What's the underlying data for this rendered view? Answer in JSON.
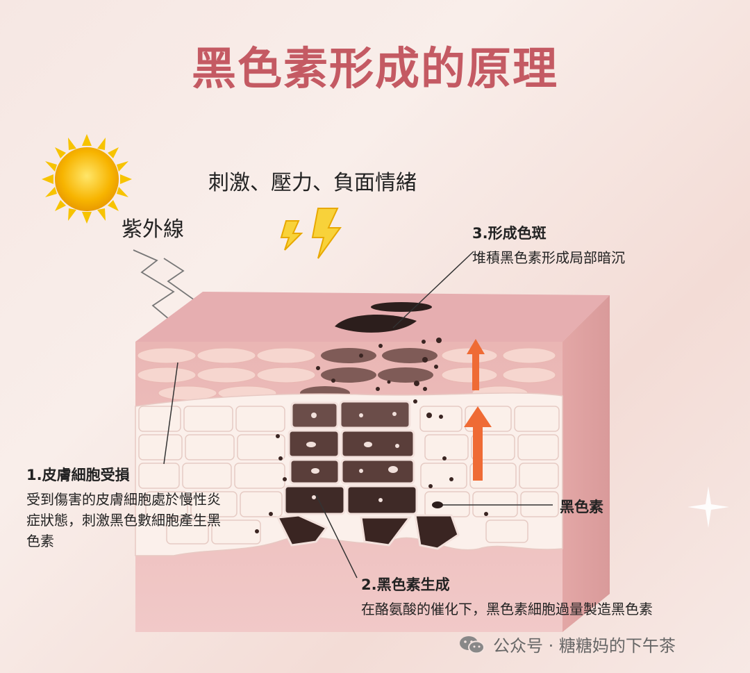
{
  "title": "黑色素形成的原理",
  "stress_label": "刺激、壓力、負面情緒",
  "uv_label": "紫外線",
  "step1": {
    "title": "1.皮膚細胞受損",
    "body": "受到傷害的皮膚細胞處於慢性炎症狀態，刺激黑色數細胞產生黑色素"
  },
  "step2": {
    "title": "2.黑色素生成",
    "body": "在酪氨酸的催化下，黑色素細胞過量製造黑色素"
  },
  "step3": {
    "title": "3.形成色斑",
    "body": "堆積黑色素形成局部暗沉"
  },
  "melanin_label": "黑色素",
  "watermark": "公众号 · 糖糖妈的下午茶",
  "colors": {
    "title": "#c45a63",
    "skin_top": "#e9b3b4",
    "skin_front": "#eec2c1",
    "cell": "#f6e8e4",
    "melanin": "#3a2522",
    "arrow": "#ee6a34",
    "sun": "#f5b400"
  },
  "icons": [
    "sun-icon",
    "lightning-icon",
    "uv-ray-icon",
    "up-arrow-icon",
    "wechat-icon"
  ]
}
